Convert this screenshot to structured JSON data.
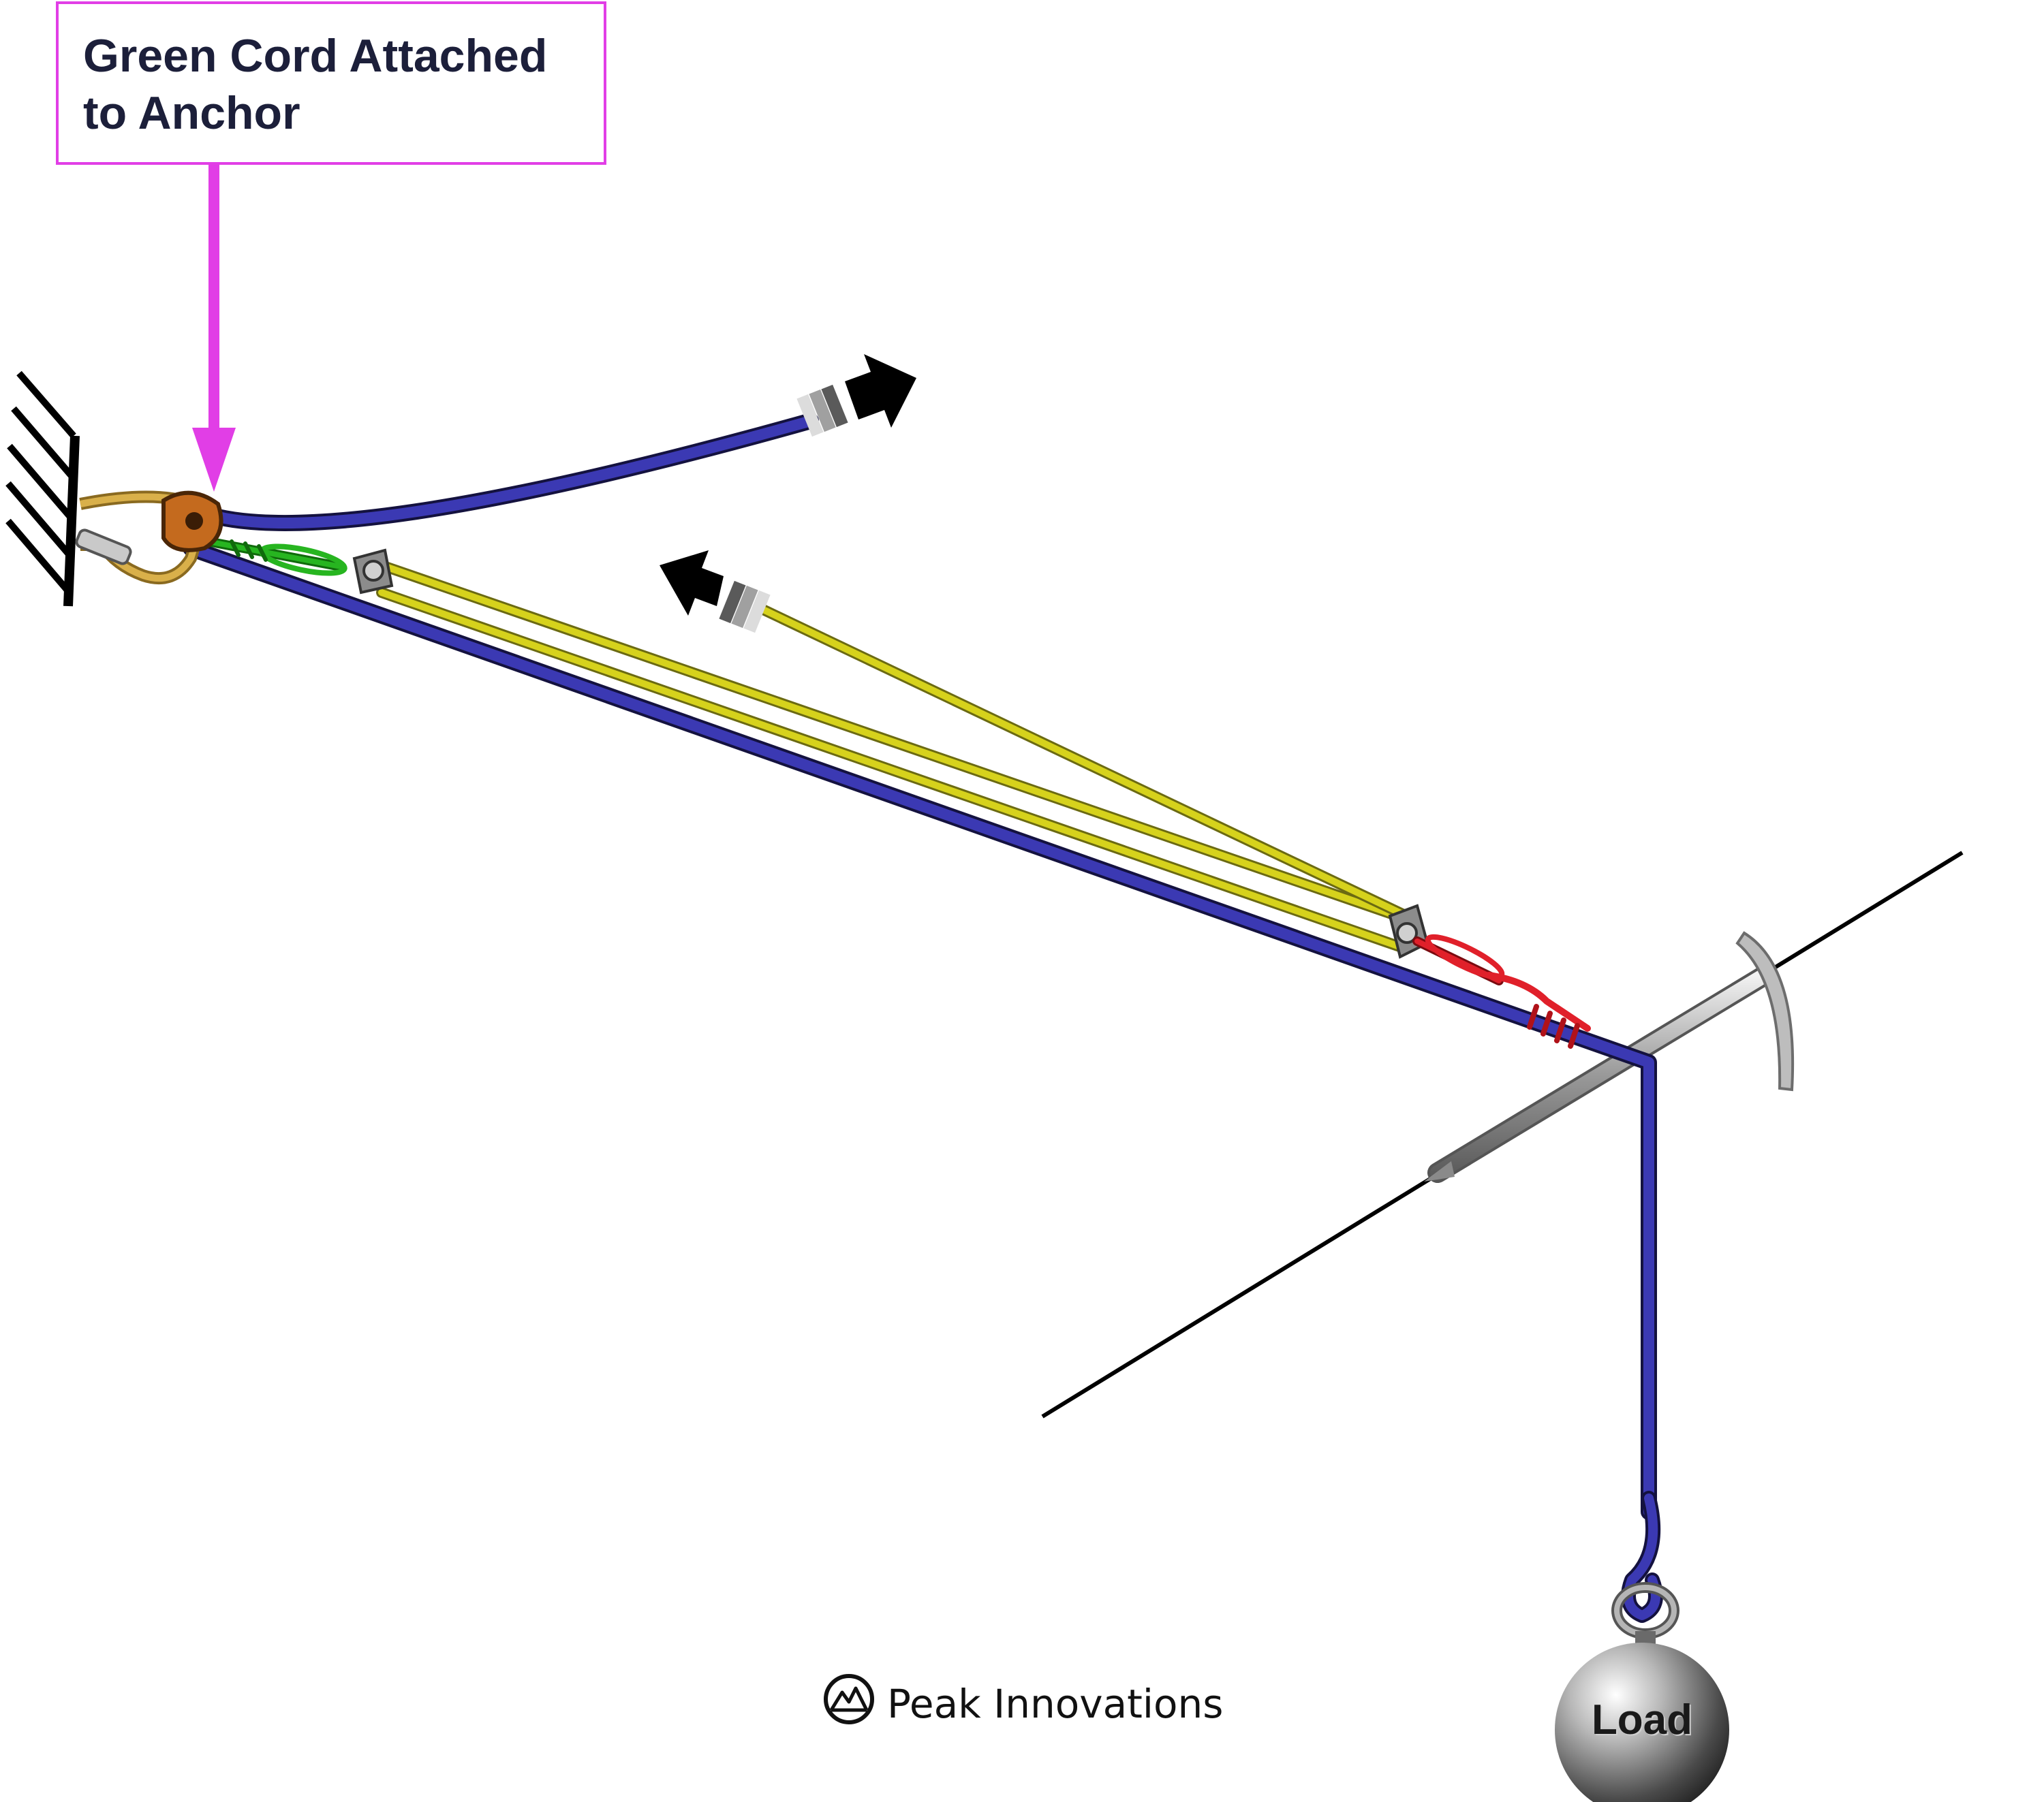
{
  "callout": {
    "text": "Green Cord Attached to Anchor",
    "border_color": "#e13ee6"
  },
  "load": {
    "label": "Load"
  },
  "brand": {
    "name": "Peak Innovations"
  },
  "colors": {
    "main_rope": "#3b39b3",
    "yellow_rope": "#d6d21c",
    "green_cord": "#27b520",
    "red_cord": "#e0202a",
    "pulley": "#c46a1e",
    "carabiner": "#c8a23a",
    "arrow": "#000000",
    "anchor": "#000000"
  },
  "icons": [
    "anchor-hatch",
    "pull-arrow",
    "ice-axe",
    "load-weight",
    "mountain-logo-icon"
  ]
}
